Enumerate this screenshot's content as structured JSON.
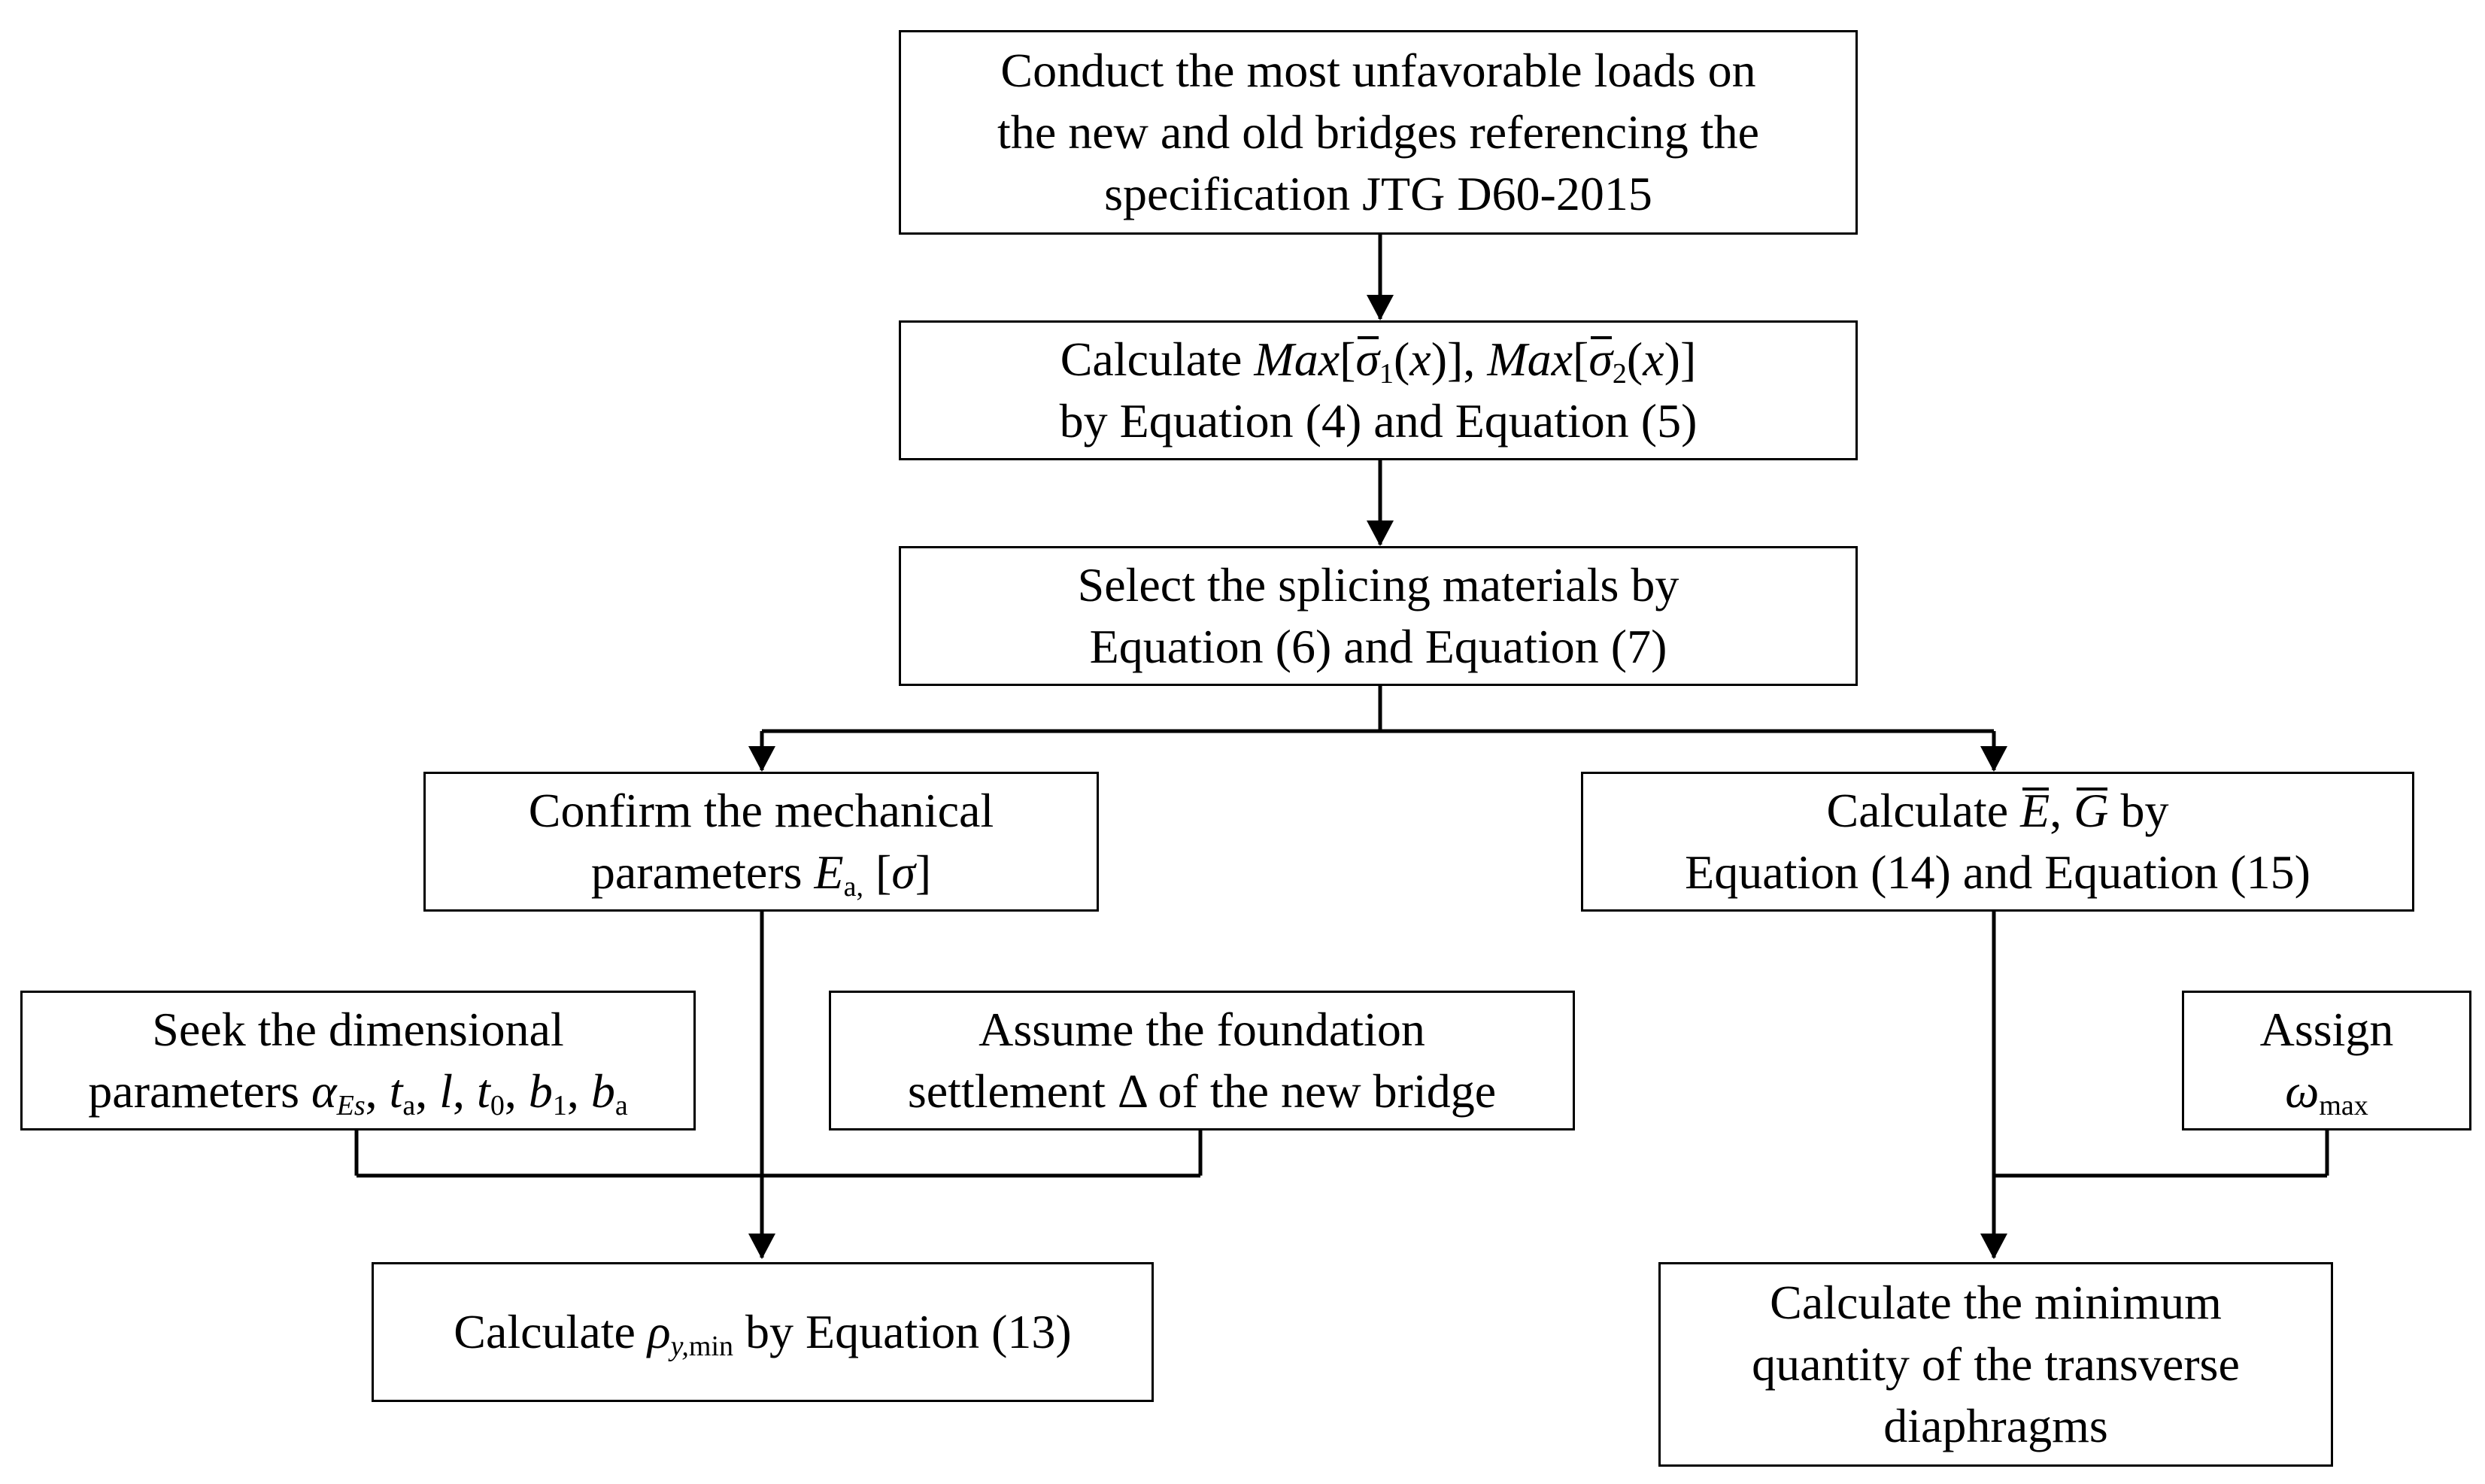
{
  "nodes": {
    "loads": {
      "lines": [
        "Conduct the most unfavorable loads on",
        "the new and old bridges referencing the",
        "specification JTG D60-2015"
      ]
    },
    "max_stress": {
      "line1_prefix": "Calculate ",
      "max1": "Max",
      "bracket1_open": "[",
      "sigma": "σ",
      "sub1": "1",
      "x_open": "(",
      "x": "x",
      "x_close": ")]",
      "sep": ", ",
      "max2": "Max",
      "bracket2_open": "[",
      "sub2": "2",
      "line2": "by Equation (4) and Equation (5)"
    },
    "materials": {
      "lines": [
        "Select the splicing materials by",
        "Equation (6) and Equation (7)"
      ]
    },
    "mechanical": {
      "line1": "Confirm the mechanical",
      "line2_prefix": "parameters ",
      "E": "E",
      "E_sub": "a,",
      "bracket_open": " [",
      "sigma": "σ",
      "bracket_close": "]"
    },
    "calc_EG": {
      "prefix": "Calculate ",
      "E": "E",
      "sep": ", ",
      "G": "G",
      "suffix": " by",
      "line2": "Equation (14) and Equation (15)"
    },
    "dimensional": {
      "line1": "Seek the dimensional",
      "line2_prefix": "parameters ",
      "alpha": "α",
      "alpha_sub": "Es",
      "t": "t",
      "t_sub": "a",
      "l": "l",
      "t0": "t",
      "t0_sub": "0",
      "b1": "b",
      "b1_sub": "1",
      "ba": "b",
      "ba_sub": "a",
      "comma": ", "
    },
    "foundation": {
      "lines": [
        "Assume the foundation",
        "settlement Δ of the new bridge"
      ]
    },
    "assign": {
      "line1": "Assign",
      "omega": "ω",
      "omega_sub": "max"
    },
    "rho": {
      "prefix": "Calculate ",
      "rho": "ρ",
      "rho_sub_it": "y,",
      "rho_sub": "min",
      "suffix": " by Equation (13)"
    },
    "diaphragms": {
      "lines": [
        "Calculate the minimum",
        "quantity of the transverse",
        "diaphragms"
      ]
    }
  },
  "connectors": [
    {
      "from": "loads",
      "to": "max_stress",
      "type": "arrow"
    },
    {
      "from": "max_stress",
      "to": "materials",
      "type": "arrow"
    },
    {
      "from": "materials",
      "to": [
        "mechanical",
        "calc_EG"
      ],
      "type": "split-arrow"
    },
    {
      "from": [
        "dimensional",
        "foundation"
      ],
      "to": "rho",
      "type": "merge"
    },
    {
      "from": "mechanical",
      "to": "rho",
      "type": "arrow"
    },
    {
      "from": "calc_EG",
      "to": "diaphragms",
      "type": "arrow"
    },
    {
      "from": "assign",
      "to": "diaphragms",
      "type": "merge"
    }
  ]
}
